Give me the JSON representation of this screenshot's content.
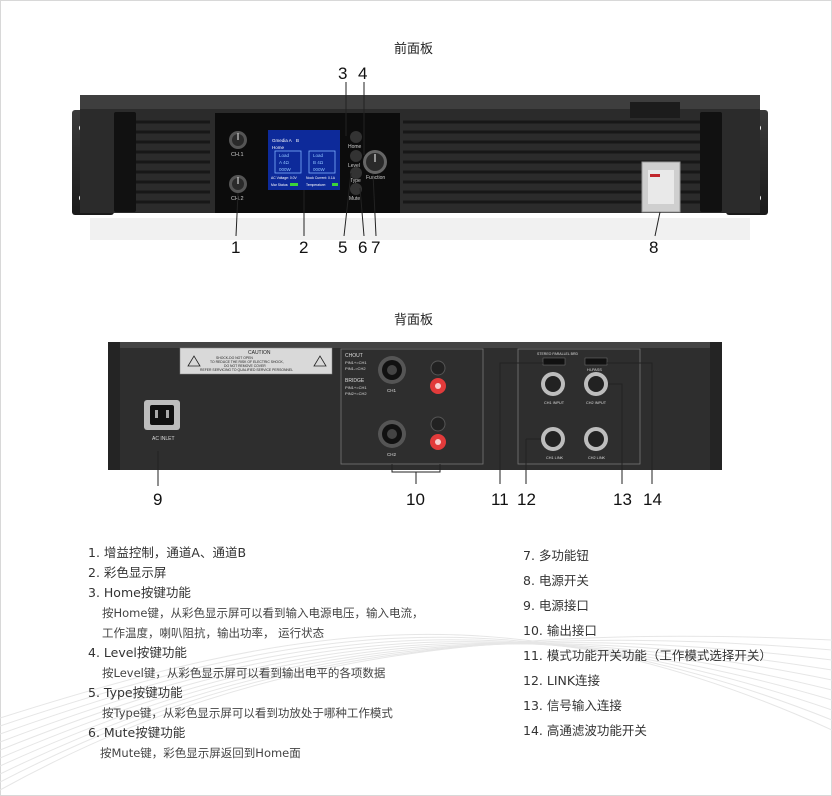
{
  "titles": {
    "front": "前面板",
    "rear": "背面板"
  },
  "front_panel": {
    "knob_ch1": "CH.1",
    "knob_ch2": "CH.2",
    "screen_header_left": "Gmedia A",
    "screen_header_right": "B",
    "screen_home": "Home",
    "screen_box1": [
      "Load",
      "A 4Ω",
      "000W"
    ],
    "screen_box2": [
      "Load",
      "B 4Ω",
      "000W"
    ],
    "screen_row1a": "AC Voltage: 0.0V",
    "screen_row1b": "Nook Current: 0.1A",
    "screen_row2a": "Mar Status:",
    "screen_row2b": "Temperature:",
    "btn_home": "Home",
    "btn_level": "Level",
    "btn_type": "Type",
    "btn_mute": "Mute",
    "knob_function": "Function"
  },
  "rear_panel": {
    "caution_title": "CAUTION",
    "caution_lines": [
      "SHOCK-DO NOT OPEN",
      "TO REDUCE THE RISK OF ELECTRIC SHOCK,",
      "DO NOT REMOVE COVER",
      "REFER SERVICING TO QUALIFIED SERVICE PERSONNEL"
    ],
    "ac_inlet": "AC INLET",
    "chout_title": "CHOUT",
    "chout_lines": [
      "PIN1+=CH1",
      "PIN1-=CH2"
    ],
    "bridge_title": "BRIDGE",
    "bridge_lines": [
      "PIN1+=CH1",
      "PIN2+=CH2"
    ],
    "sp_ch1": "CH1",
    "sp_ch2": "CH2",
    "ch1_input": "CH1 INPUT",
    "ch2_input": "CH2 INPUT",
    "ch1_link": "CH1 LINK",
    "ch2_link": "CH2 LINK",
    "hipass": "HI-PASS",
    "mode_switch": "STEREO PARALLEL BRD"
  },
  "callouts": {
    "front": [
      "1",
      "2",
      "3",
      "4",
      "5",
      "6",
      "7",
      "8"
    ],
    "rear": [
      "9",
      "10",
      "11",
      "12",
      "13",
      "14"
    ]
  },
  "descriptions_left": [
    "1. 增益控制，通道A、通道B",
    "2. 彩色显示屏",
    "3. Home按键功能",
    "按Home键，从彩色显示屏可以看到输入电源电压，输入电流，",
    "工作温度，喇叭阻抗，输出功率， 运行状态",
    "4. Level按键功能",
    "按Level键，从彩色显示屏可以看到输出电平的各项数据",
    "5. Type按键功能",
    "按Type键，从彩色显示屏可以看到功放处于哪种工作模式",
    "6. Mute按键功能",
    "按Mute键，彩色显示屏返回到Home面"
  ],
  "descriptions_right": [
    "7. 多功能钮",
    "8. 电源开关",
    "9. 电源接口",
    "10. 输出接口",
    "11. 模式功能开关功能（工作模式选择开关）",
    "12. LINK连接",
    "13. 信号输入连接",
    "14. 高通滤波功能开关"
  ]
}
